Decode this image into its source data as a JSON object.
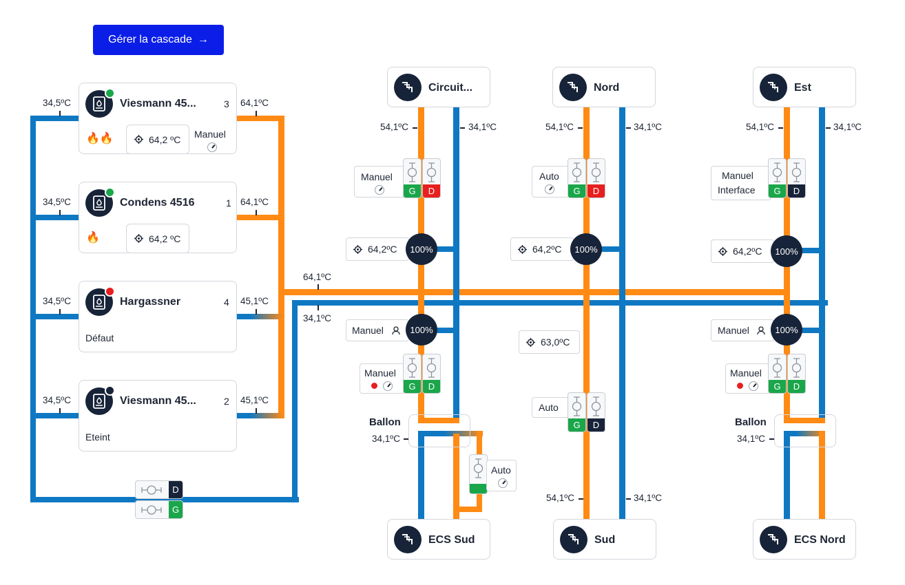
{
  "top_button": {
    "label": "Gérer la cascade",
    "arrow": "→"
  },
  "boilers": [
    {
      "name": "Viesmann 45...",
      "rank": "3",
      "status_color": "#1aa64a",
      "in_temp": "34,5ºC",
      "out_temp": "64,1ºC",
      "setpoint": "64,2 ºC",
      "mode": "Manuel",
      "flames": "🔥🔥"
    },
    {
      "name": "Condens 4516",
      "rank": "1",
      "status_color": "#1aa64a",
      "in_temp": "34,5ºC",
      "out_temp": "64,1ºC",
      "setpoint": "64,2 ºC",
      "flames": "🔥"
    },
    {
      "name": "Hargassner",
      "rank": "4",
      "status_color": "#e81f1f",
      "in_temp": "34,5ºC",
      "out_temp": "45,1ºC",
      "state": "Défaut"
    },
    {
      "name": "Viesmann 45...",
      "rank": "2",
      "status_color": "#172338",
      "in_temp": "34,5ºC",
      "out_temp": "45,1ºC",
      "state": "Eteint"
    }
  ],
  "main_loop": {
    "supply_temp": "64,1ºC",
    "return_temp": "34,1ºC"
  },
  "bottom_pumps": [
    {
      "tag": "D"
    },
    {
      "tag": "G"
    }
  ],
  "circuits": [
    {
      "name": "Circuit...",
      "supply_temp": "54,1ºC",
      "return_temp": "34,1ºC",
      "pump_mode": "Manuel",
      "pump_left": "G",
      "pump_right": "D",
      "setpoint": "64,2ºC",
      "valve": "100%"
    },
    {
      "name": "Nord",
      "supply_temp": "54,1ºC",
      "return_temp": "34,1ºC",
      "pump_mode": "Auto",
      "pump_left": "G",
      "pump_right": "D",
      "setpoint": "64,2ºC",
      "valve": "100%"
    },
    {
      "name": "Est",
      "supply_temp": "54,1ºC",
      "return_temp": "34,1ºC",
      "pump_mode_line1": "Manuel",
      "pump_mode_line2": "Interface",
      "pump_left": "G",
      "pump_right": "D",
      "setpoint": "64,2ºC",
      "valve": "100%"
    }
  ],
  "ecs_sud": {
    "valve_mode": "Manuel",
    "valve": "100%",
    "pump_mode": "Manuel",
    "pump_left": "G",
    "pump_right": "D",
    "ballon": "Ballon",
    "ballon_temp": "34,1ºC",
    "load_pump_mode": "Auto",
    "name": "ECS Sud"
  },
  "sud": {
    "setpoint": "63,0ºC",
    "pump_mode": "Auto",
    "pump_left": "G",
    "pump_right": "D",
    "supply_temp": "54,1ºC",
    "return_temp": "34,1ºC",
    "name": "Sud"
  },
  "ecs_nord": {
    "valve_mode": "Manuel",
    "valve": "100%",
    "pump_mode": "Manuel",
    "pump_left": "G",
    "pump_right": "D",
    "ballon": "Ballon",
    "ballon_temp": "34,1ºC",
    "name": "ECS Nord"
  }
}
